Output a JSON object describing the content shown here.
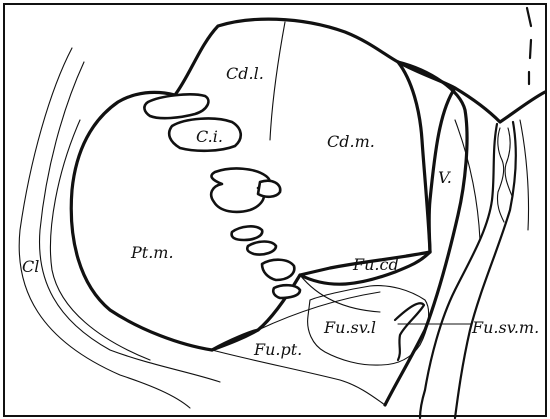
{
  "labels": {
    "cd_l": "Cd.l.",
    "c_i": "C.i.",
    "cd_m": "Cd.m.",
    "v": "V.",
    "pt_m": "Pt.m.",
    "fu_cd": "Fu.cd.",
    "fu_sv_l": "Fu.sv.l",
    "fu_sv_m": "Fu.sv.m.",
    "fu_pt": "Fu.pt.",
    "cl": "Cl"
  }
}
